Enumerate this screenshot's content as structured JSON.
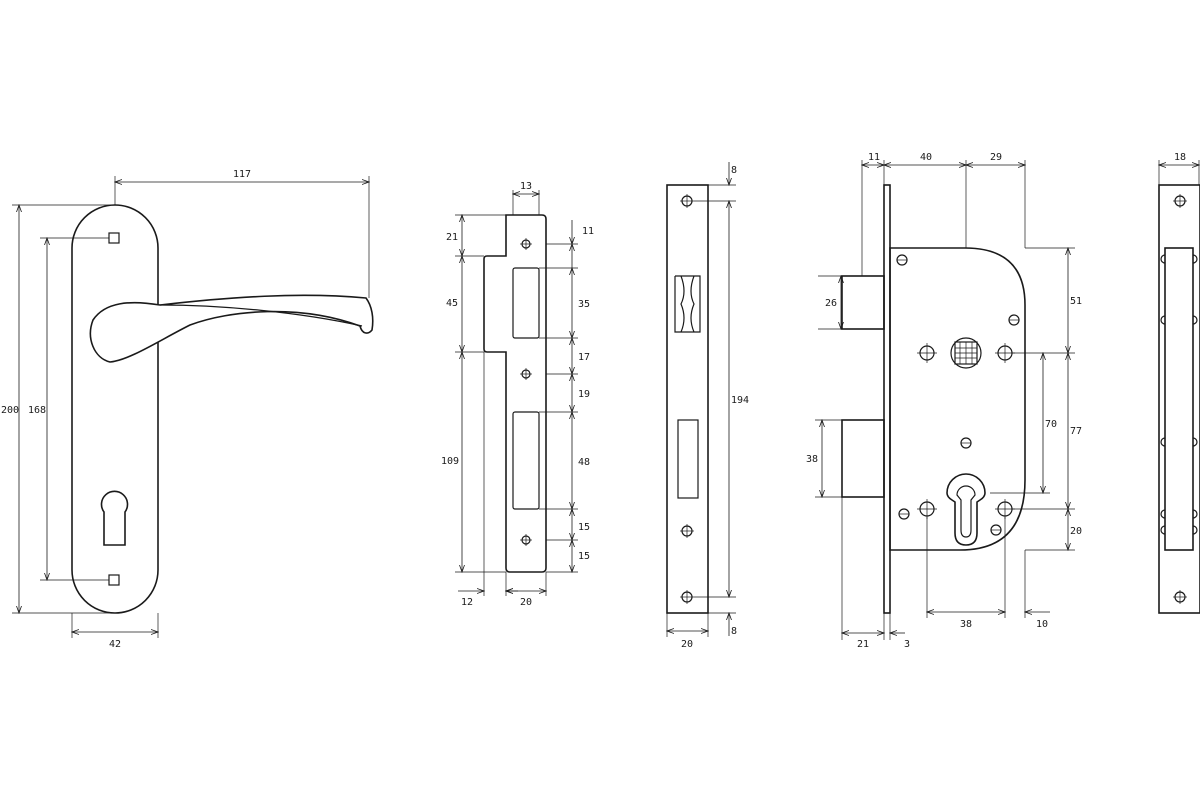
{
  "handle": {
    "dim_length": "117",
    "dim_height": "200",
    "dim_hole_spacing": "168",
    "dim_width": "42"
  },
  "strike_plate": {
    "dim_top_width": "13",
    "dim_top_offset": "21",
    "dim_notch": "45",
    "dim_lower": "109",
    "dim_seg_a": "11",
    "dim_seg_b": "35",
    "dim_seg_c": "17",
    "dim_seg_d": "19",
    "dim_seg_e": "48",
    "dim_seg_f": "15",
    "dim_seg_g": "15",
    "dim_bottom_offset": "12",
    "dim_width": "20"
  },
  "faceplate": {
    "dim_top": "8",
    "dim_length": "194",
    "dim_bottom": "8",
    "dim_width": "20"
  },
  "lock_body": {
    "dim_top_a": "11",
    "dim_top_b": "40",
    "dim_top_c": "29",
    "dim_latch": "26",
    "dim_bolt": "38",
    "dim_right_upper": "51",
    "dim_spacing": "70",
    "dim_right_mid": "77",
    "dim_right_lower": "20",
    "dim_bottom_a": "21",
    "dim_bottom_b": "3",
    "dim_backset": "38",
    "dim_bottom_c": "10"
  },
  "side_view": {
    "dim_width": "18"
  }
}
